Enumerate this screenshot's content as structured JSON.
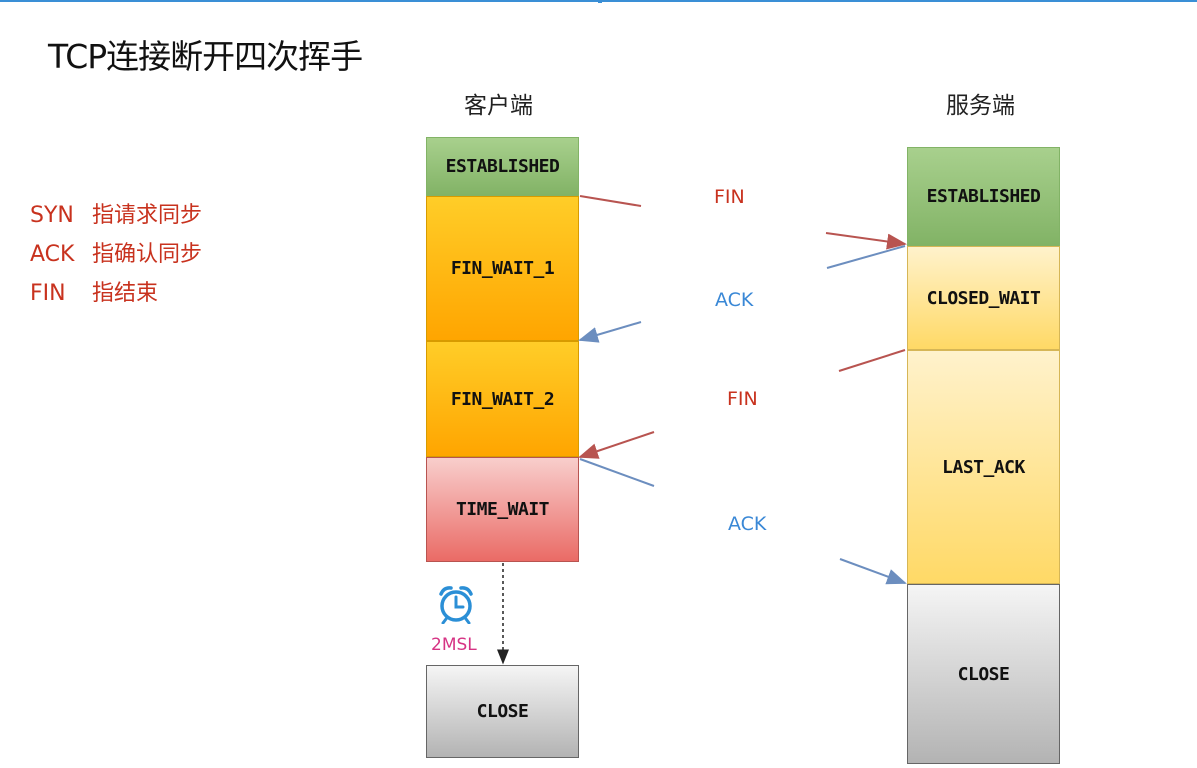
{
  "title": "TCP连接断开四次挥手",
  "legend": [
    {
      "abbr": "SYN",
      "desc": "指请求同步"
    },
    {
      "abbr": "ACK",
      "desc": "指确认同步"
    },
    {
      "abbr": "FIN",
      "desc": "指结束"
    }
  ],
  "client": {
    "header": "客户端",
    "states": [
      "ESTABLISHED",
      "FIN_WAIT_1",
      "FIN_WAIT_2",
      "TIME_WAIT",
      "CLOSE"
    ]
  },
  "server": {
    "header": "服务端",
    "states": [
      "ESTABLISHED",
      "CLOSED_WAIT",
      "LAST_ACK",
      "CLOSE"
    ]
  },
  "messages": [
    "FIN",
    "ACK",
    "FIN",
    "ACK"
  ],
  "timer_label": "2MSL",
  "colors": {
    "fin": "#c8321e",
    "ack": "#3a88d6",
    "established": "#82b366",
    "wait": "#ffa500",
    "time_wait": "#ea6b66",
    "server_wait": "#ffd966",
    "close": "#b3b3b3",
    "timer": "#d63384"
  },
  "icons": [
    "alarm-clock-icon"
  ]
}
